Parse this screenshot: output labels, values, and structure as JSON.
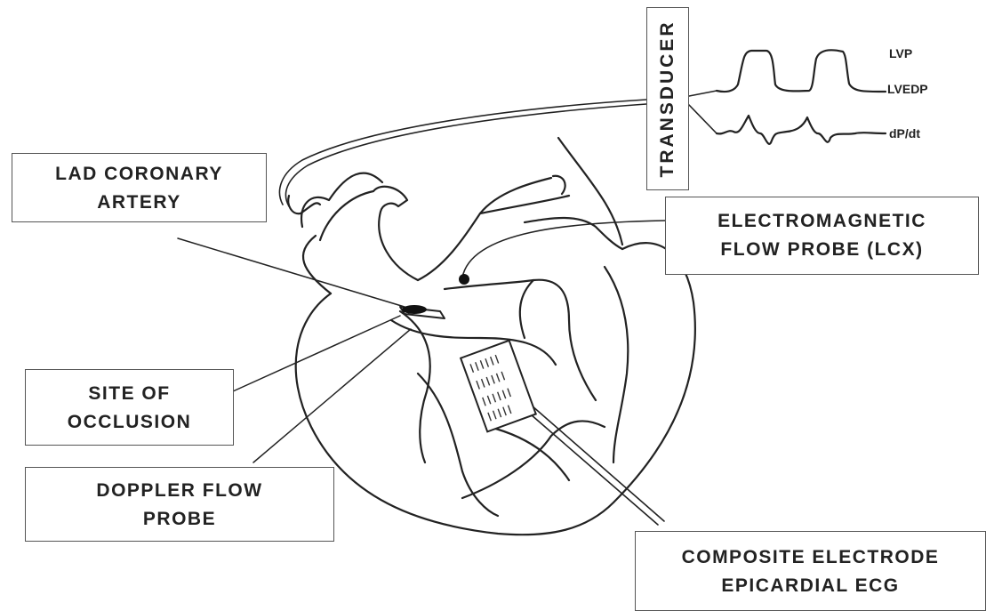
{
  "labels": {
    "lad": [
      "LAD CORONARY",
      "ARTERY"
    ],
    "em_probe": [
      "ELECTROMAGNETIC",
      "FLOW PROBE (LCX)"
    ],
    "occlusion": [
      "SITE OF",
      "OCCLUSION"
    ],
    "doppler": [
      "DOPPLER FLOW",
      "PROBE"
    ],
    "electrode": [
      "COMPOSITE ELECTRODE",
      "EPICARDIAL ECG"
    ],
    "transducer": "TRANSDUCER"
  },
  "signals": {
    "lvp": "LVP",
    "lvedp": "LVEDP",
    "dpdt": "dP/dt"
  },
  "colors": {
    "ink": "#222222",
    "background": "#ffffff"
  }
}
